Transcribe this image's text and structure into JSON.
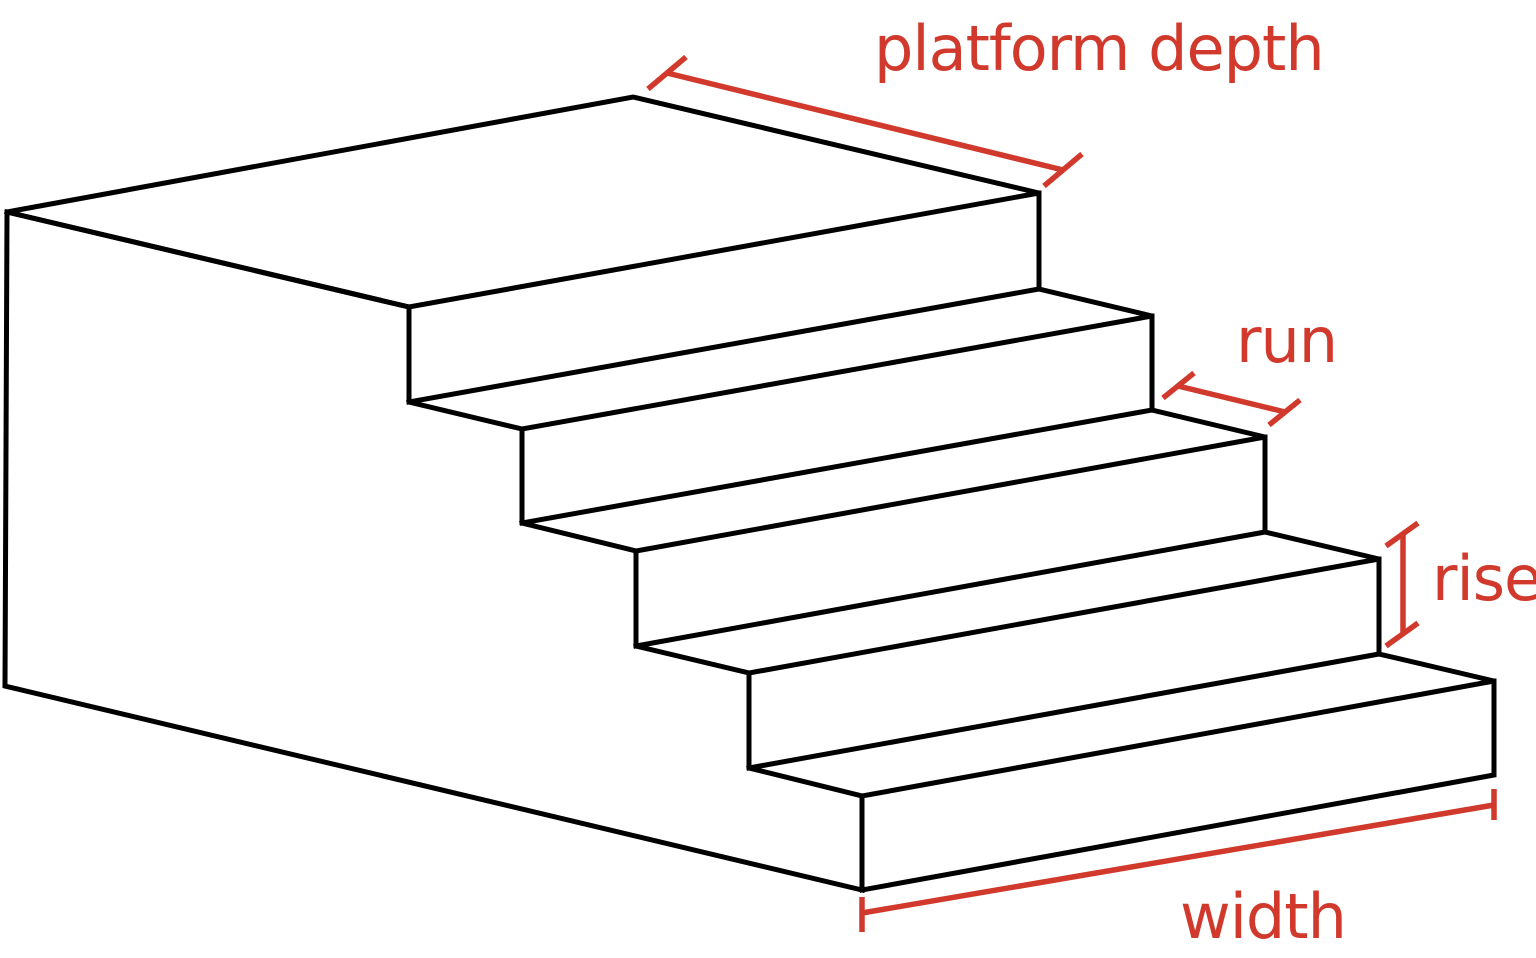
{
  "colors": {
    "outline": "#000000",
    "annotation": "#d0392b",
    "background": "#ffffff"
  },
  "labels": {
    "platform_depth": "platform depth",
    "run": "run",
    "rise": "rise",
    "width": "width"
  }
}
